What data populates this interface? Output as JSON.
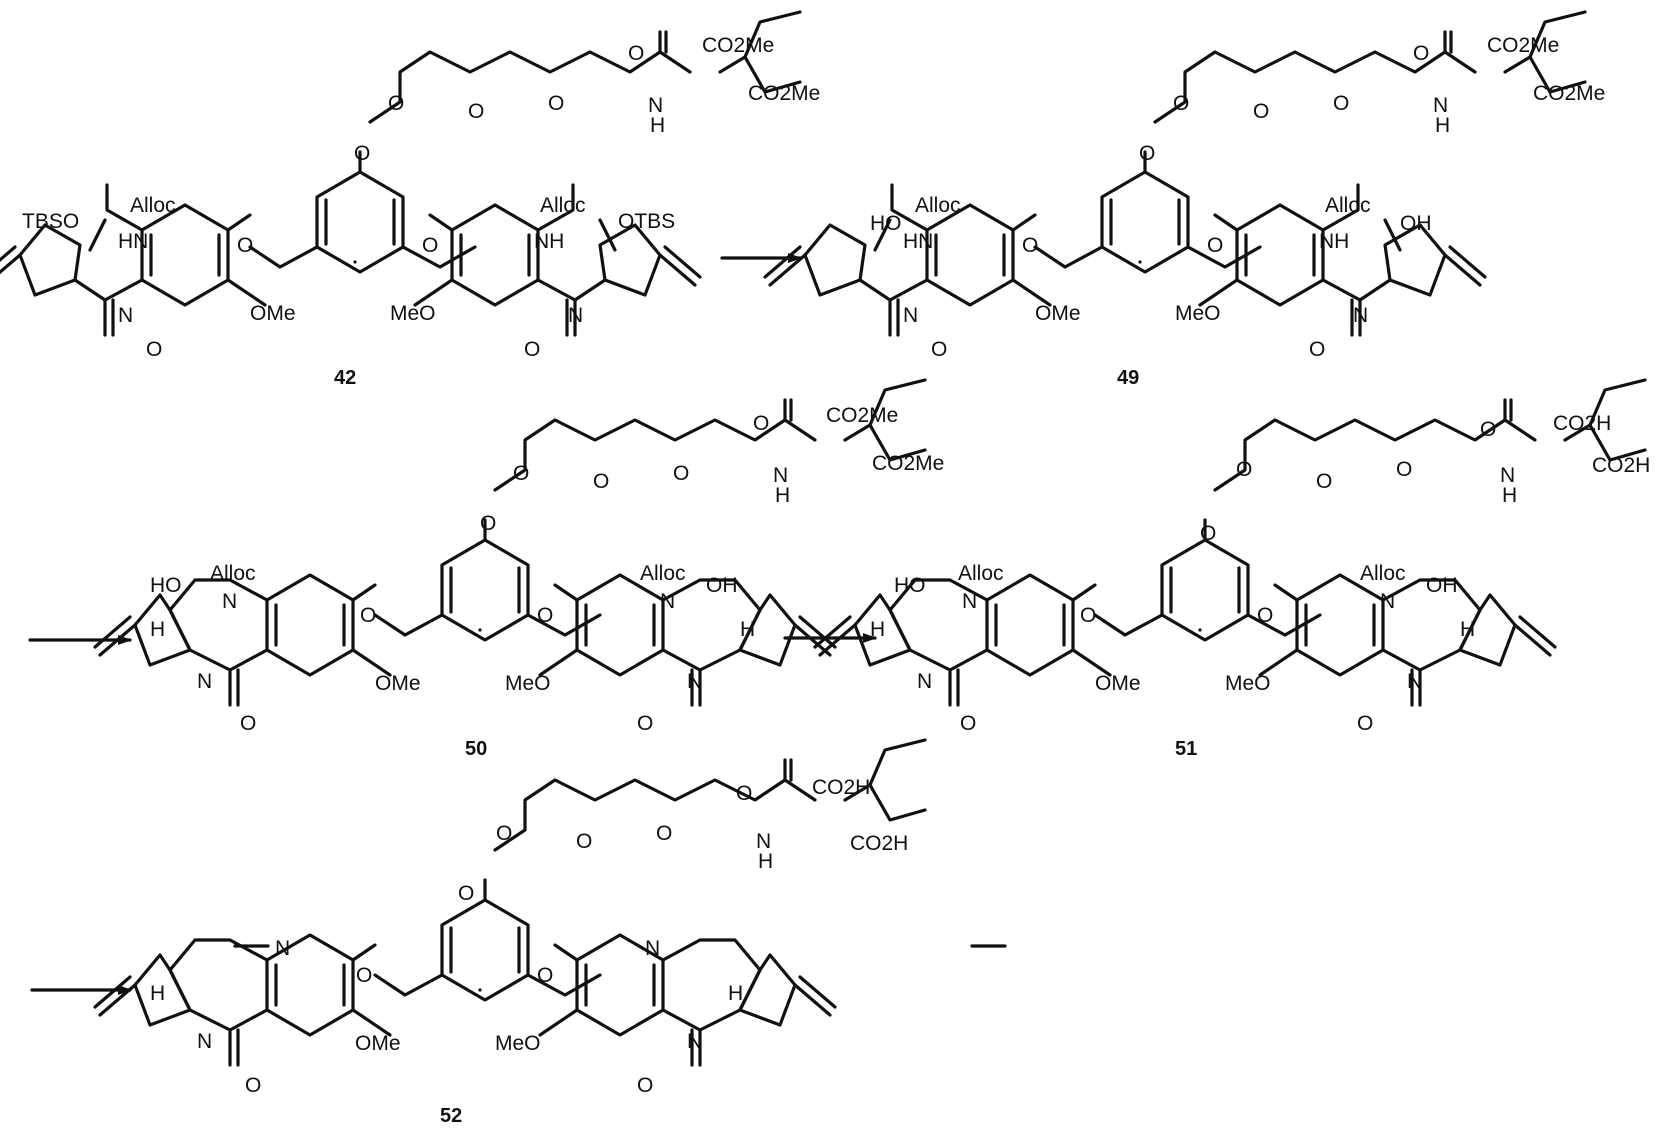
{
  "colors": {
    "ink": "#111111",
    "background": "#ffffff"
  },
  "labels": {
    "alloc": "Alloc",
    "tbso": "TBSO",
    "otbs": "OTBS",
    "hn": "HN",
    "nh": "NH",
    "ho": "HO",
    "oh": "OH",
    "ome": "OMe",
    "meo": "MeO",
    "o": "O",
    "n": "N",
    "h": "H",
    "co2me": "CO2Me",
    "co2h": "CO2H"
  },
  "compounds": [
    {
      "id": "42",
      "label": "42"
    },
    {
      "id": "49",
      "label": "49"
    },
    {
      "id": "50",
      "label": "50"
    },
    {
      "id": "51",
      "label": "51"
    },
    {
      "id": "52",
      "label": "52"
    }
  ],
  "arrows": [
    "42-to-49",
    "49-to-50",
    "50-to-51",
    "51-to-52"
  ]
}
